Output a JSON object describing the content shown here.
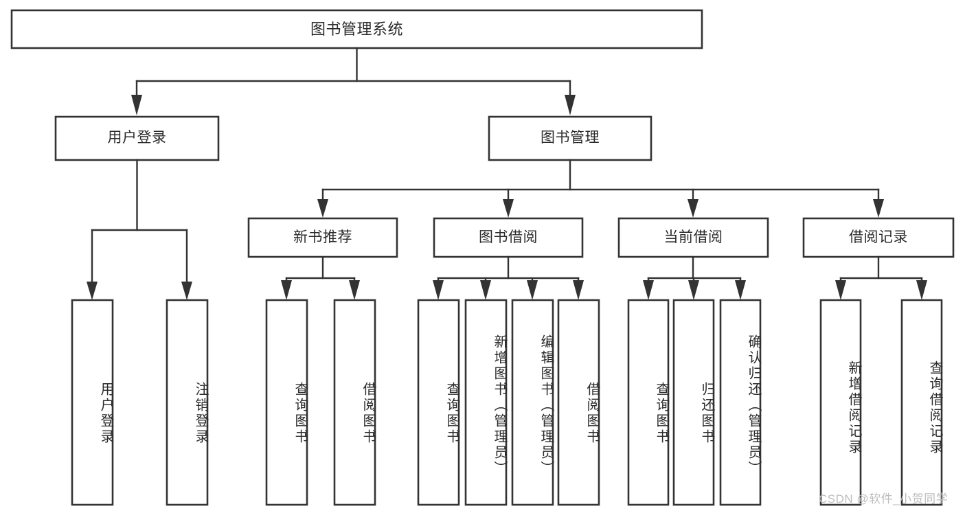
{
  "diagram": {
    "title": "图书管理系统",
    "type": "tree-hierarchy",
    "colors": {
      "box_stroke": "#333333",
      "box_fill": "#ffffff",
      "text": "#2b2b2b",
      "background": "#ffffff",
      "watermark": "#bdbdbd"
    },
    "root": {
      "label": "图书管理系统"
    },
    "level2": [
      {
        "label": "用户登录"
      },
      {
        "label": "图书管理"
      }
    ],
    "level3": [
      {
        "label": "新书推荐"
      },
      {
        "label": "图书借阅"
      },
      {
        "label": "当前借阅"
      },
      {
        "label": "借阅记录"
      }
    ],
    "leaves": {
      "user_login": [
        {
          "label": "用户登录"
        },
        {
          "label": "注销登录"
        }
      ],
      "new_book_recommend": [
        {
          "label": "查询图书"
        },
        {
          "label": "借阅图书"
        }
      ],
      "book_borrow": [
        {
          "label": "查询图书"
        },
        {
          "label": "新增图书（管理员）"
        },
        {
          "label": "编辑图书（管理员）"
        },
        {
          "label": "借阅图书"
        }
      ],
      "current_borrow": [
        {
          "label": "查询图书"
        },
        {
          "label": "归还图书"
        },
        {
          "label": "确认归还（管理员）"
        }
      ],
      "borrow_record": [
        {
          "label": "新增借阅记录"
        },
        {
          "label": "查询借阅记录"
        }
      ]
    }
  },
  "watermark": {
    "text": "CSDN @软件_小贺同学"
  }
}
